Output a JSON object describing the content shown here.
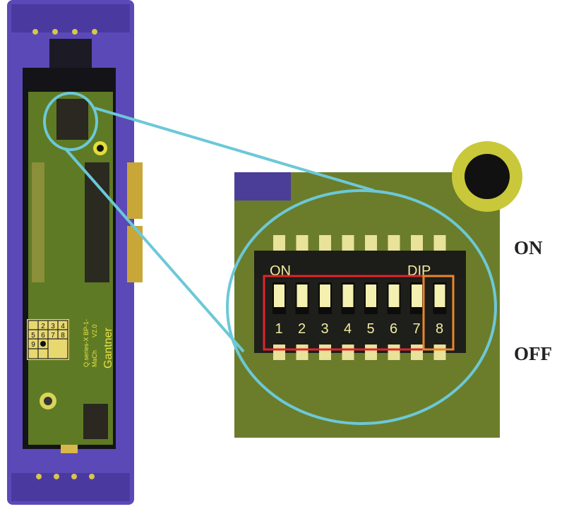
{
  "labels": {
    "on": "ON",
    "off": "OFF"
  },
  "dip_switch": {
    "header_on": "ON",
    "header_dip": "DIP",
    "positions": [
      "1",
      "2",
      "3",
      "4",
      "5",
      "6",
      "7",
      "8"
    ],
    "highlight_group_1": [
      "1",
      "2",
      "3",
      "4",
      "5",
      "6",
      "7"
    ],
    "highlight_group_2": [
      "8"
    ]
  },
  "board": {
    "grid_numbers": [
      "2",
      "3",
      "4",
      "5",
      "6",
      "7",
      "8",
      "9"
    ],
    "silkscreen": [
      "Q.series-X BP-1-",
      "MaCh",
      "V2.0",
      "Gantner"
    ]
  },
  "colors": {
    "housing": "#5b49b8",
    "pcb": "#6f8a2a",
    "callout_circle": "#6cc8d8",
    "box_red": "#e0252a",
    "box_orange": "#e8872a",
    "switch_white": "#f4f0b0"
  }
}
